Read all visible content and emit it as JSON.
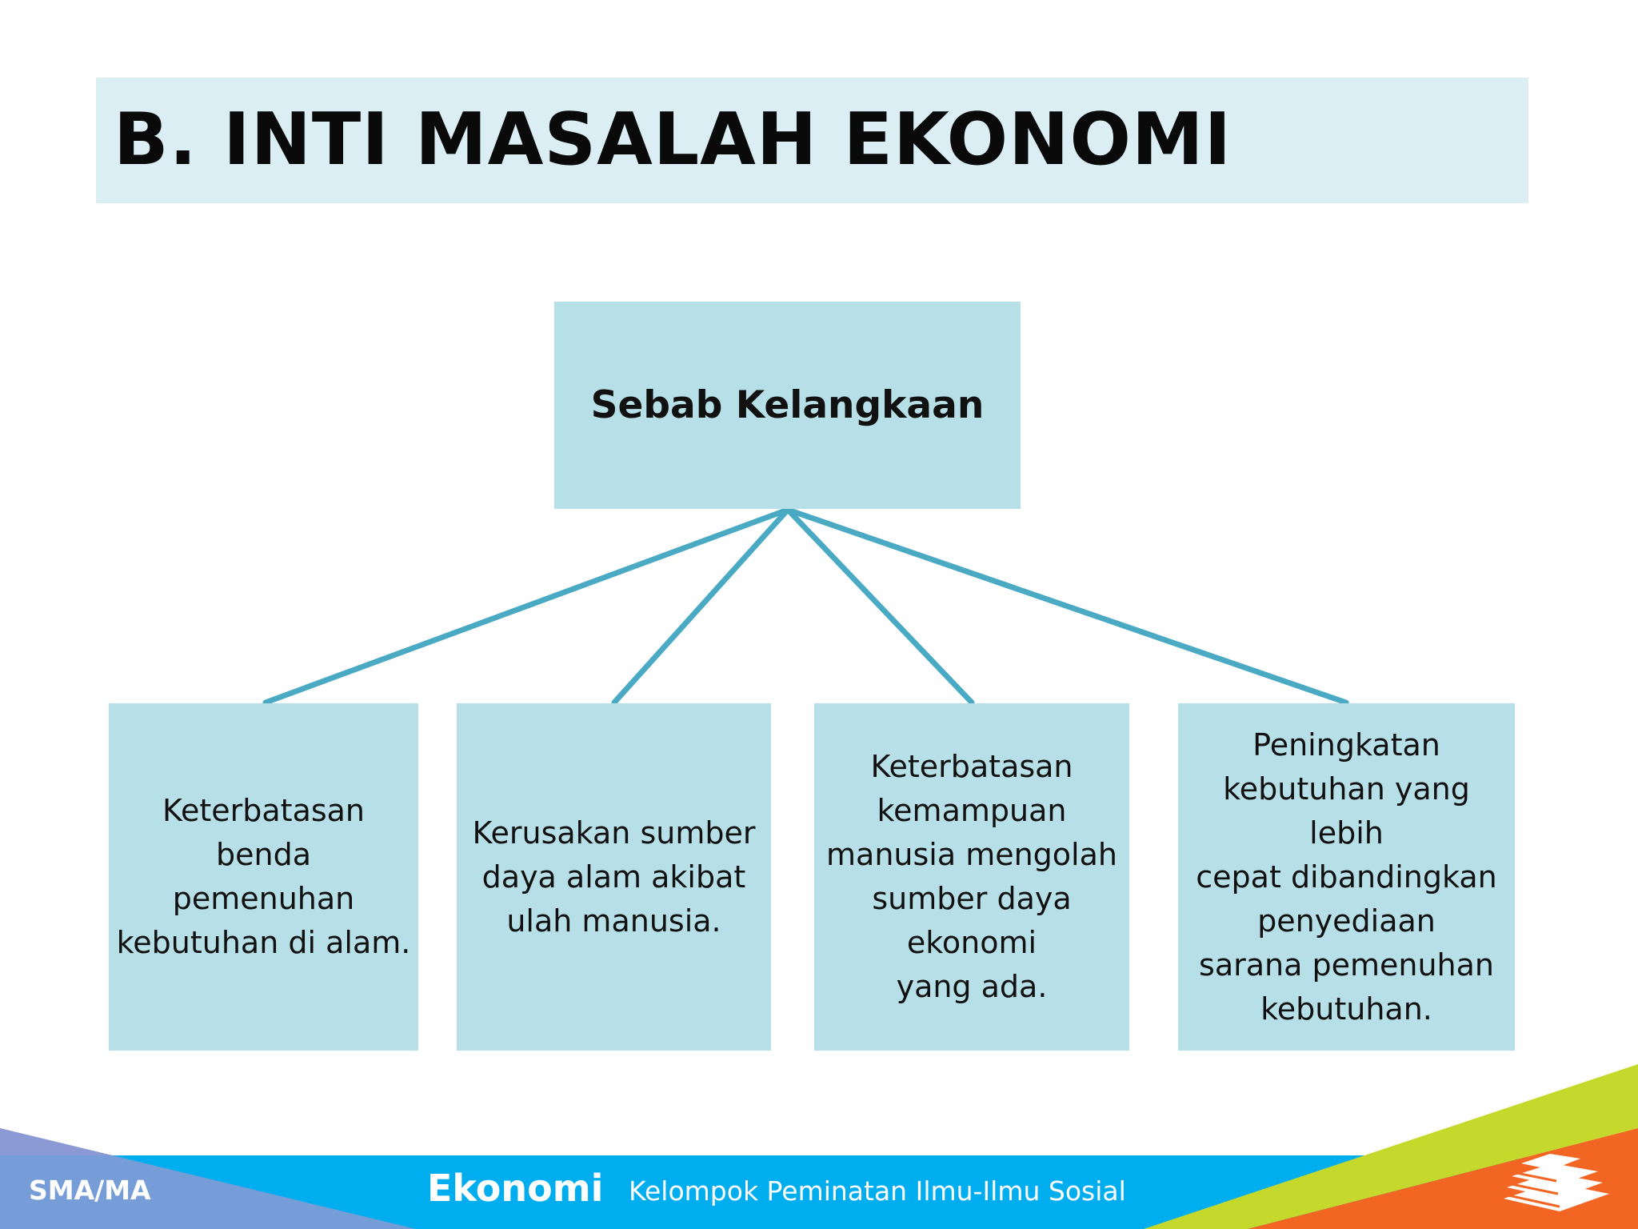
{
  "title": "B. INTI MASALAH EKONOMI",
  "diagram": {
    "root": {
      "label": "Sebab Kelangkaan"
    },
    "children": [
      {
        "label": "Keterbatasan benda\npemenuhan\nkebutuhan di alam."
      },
      {
        "label": "Kerusakan sumber\ndaya alam akibat\nulah manusia."
      },
      {
        "label": "Keterbatasan\nkemampuan\nmanusia mengolah\nsumber daya\nekonomi\nyang ada."
      },
      {
        "label": "Peningkatan\nkebutuhan yang lebih\ncepat dibandingkan\npenyediaan\nsarana pemenuhan\nkebutuhan."
      }
    ]
  },
  "footer": {
    "level": "SMA/MA",
    "subject": "Ekonomi",
    "group": "Kelompok Peminatan Ilmu-Ilmu Sosial",
    "logo_icon": "books-stack-icon"
  },
  "colors": {
    "title_bg": "#daeef3",
    "box_bg": "#b7dfe7",
    "connector": "#4aaac4",
    "footer_blue": "#00aeef",
    "footer_purple": "#8b9ad4",
    "footer_green": "#c5d92d",
    "footer_orange": "#f26522"
  }
}
